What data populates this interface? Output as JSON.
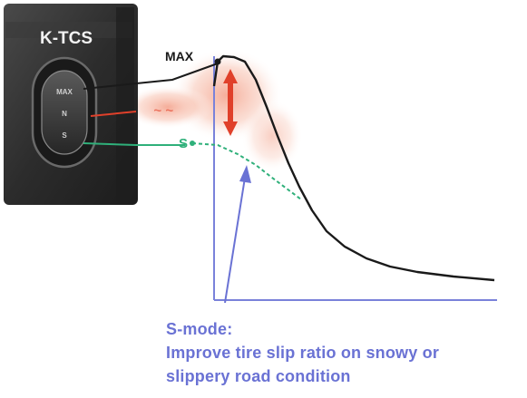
{
  "switch_panel": {
    "title": "K-TCS",
    "button_labels": [
      "MAX",
      "N",
      "S"
    ]
  },
  "markers": {
    "max_label": "MAX",
    "s_label": "S"
  },
  "caption": {
    "heading": "S-mode:",
    "line1": "Improve tire slip ratio on snowy or",
    "line2": "slippery road condition"
  },
  "colors": {
    "panel_dark": "#2a2a2a",
    "panel_bezel": "#3d3d3d",
    "curve": "#1a1a1a",
    "s_mode_curve": "#2fb07a",
    "callout_red": "#e0402a",
    "highlight_pink": "#f6b8a6",
    "annotation_blue": "#6a72d4",
    "axis": "#6a72d4"
  },
  "icons": [
    "tcs-mode-knob-icon"
  ]
}
